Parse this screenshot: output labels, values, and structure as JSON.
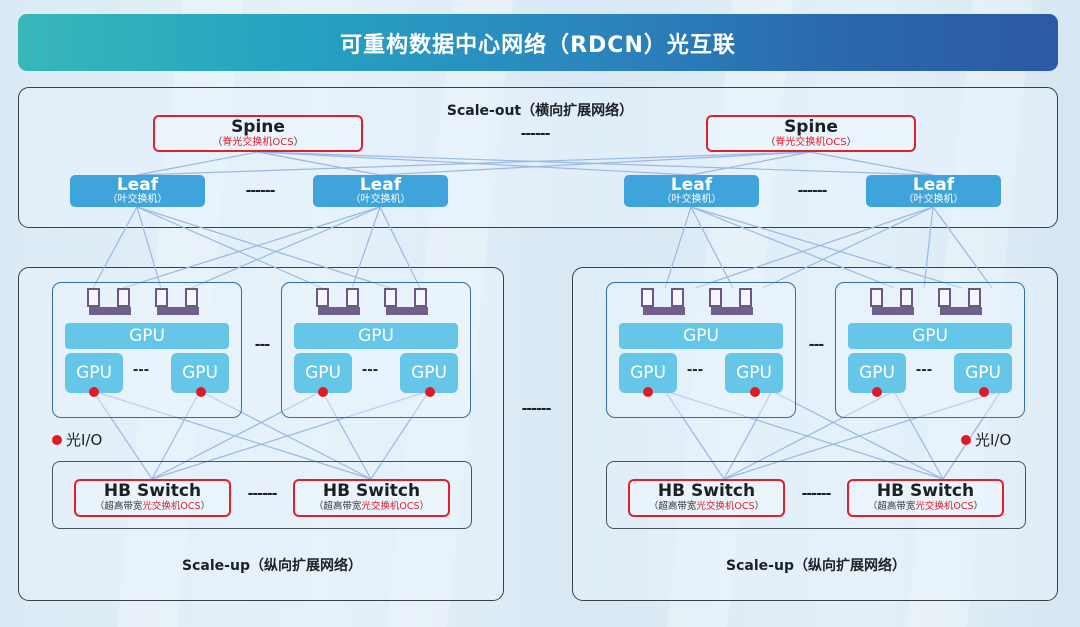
{
  "title": "可重构数据中心网络（RDCN）光互联",
  "scale_out": {
    "label": "Scale-out（横向扩展网络）",
    "spines": [
      {
        "name": "Spine",
        "sub": "（",
        "sub_red": "脊光交换机OCS",
        "sub_end": "）"
      },
      {
        "name": "Spine",
        "sub": "（",
        "sub_red": "脊光交换机OCS",
        "sub_end": "）"
      }
    ],
    "spine_ellipsis": "------",
    "leaves": [
      {
        "name": "Leaf",
        "sub": "（叶交换机）"
      },
      {
        "name": "Leaf",
        "sub": "（叶交换机）"
      },
      {
        "name": "Leaf",
        "sub": "（叶交换机）"
      },
      {
        "name": "Leaf",
        "sub": "（叶交换机）"
      }
    ],
    "leaf_ellipsis": "------"
  },
  "scale_up": {
    "label": "Scale-up（纵向扩展网络）",
    "group_ellipsis": "------",
    "pod_ellipsis": "---",
    "gpu_bar_label": "GPU",
    "gpu_label": "GPU",
    "gpu_ellipsis": "---",
    "hb_switch": {
      "name": "HB Switch",
      "sub_prefix": "（超高带宽",
      "sub_red": "光交换机OCS",
      "sub_end": "）"
    },
    "hb_ellipsis": "------"
  },
  "legend": {
    "optical_io": "光I/O"
  },
  "colors": {
    "banner_start": "#38b7b9",
    "banner_end": "#2c59a5",
    "ocs_red": "#e0202c",
    "leaf_blue": "#3fa3dc",
    "gpu_blue": "#66c6e7",
    "port_purple": "#715f8b",
    "link_blue": "#9ab8e6",
    "io_dot": "#de1b24"
  }
}
